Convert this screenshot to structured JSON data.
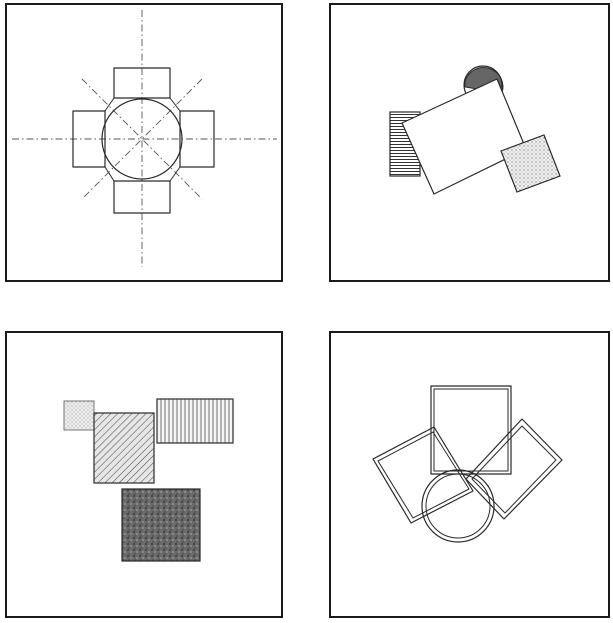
{
  "figure": {
    "panels": [
      {
        "id": "p1",
        "shapes": "radial-composition"
      },
      {
        "id": "p2",
        "shapes": "rotated-composition"
      },
      {
        "id": "p3",
        "shapes": "clustered-squares"
      },
      {
        "id": "p4",
        "shapes": "overlapping-composition"
      }
    ],
    "colors": {
      "line": "#2a2a2a",
      "frame": "#1a1a1a",
      "fill_light": "#d8d8d8",
      "fill_dark": "#6a6a6a"
    }
  }
}
